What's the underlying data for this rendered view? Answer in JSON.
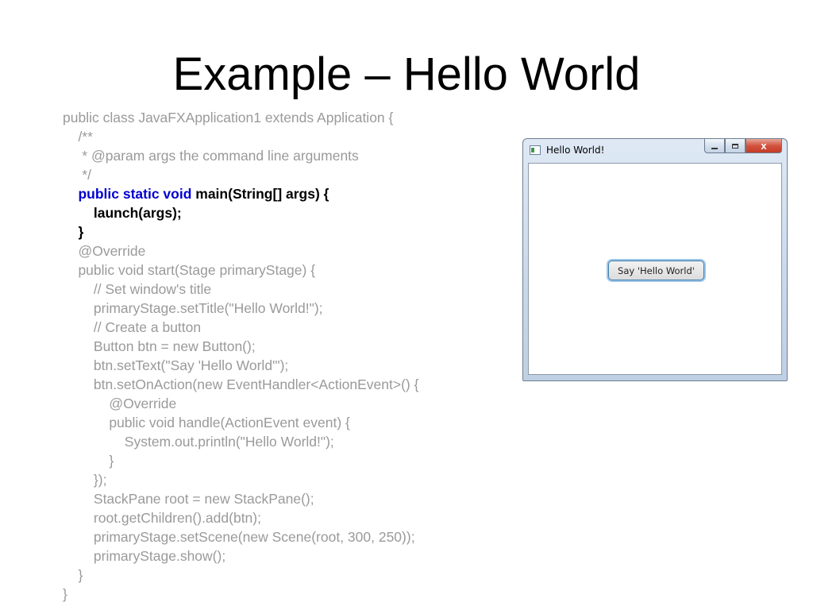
{
  "slide": {
    "title": "Example – Hello World"
  },
  "code_lines": [
    "public class JavaFXApplication1 extends Application {",
    "    /**",
    "     * @param args the command line arguments",
    "     */",
    "    public static void main(String[] args) {",
    "        launch(args);",
    "    }",
    "    @Override",
    "    public void start(Stage primaryStage) {",
    "        // Set window's title",
    "        primaryStage.setTitle(\"Hello World!\");",
    "        // Create a button",
    "        Button btn = new Button();",
    "        btn.setText(\"Say 'Hello World'\");",
    "        btn.setOnAction(new EventHandler<ActionEvent>() {",
    "            @Override",
    "            public void handle(ActionEvent event) {",
    "                System.out.println(\"Hello World!\");",
    "            }",
    "        });",
    "        StackPane root = new StackPane();",
    "        root.getChildren().add(btn);",
    "        primaryStage.setScene(new Scene(root, 300, 250));",
    "        primaryStage.show();",
    "    }",
    "}"
  ],
  "code_highlight": {
    "main_keywords": "public static void",
    "main_rest": " main(String[] args) {",
    "indent": "    "
  },
  "window": {
    "title": "Hello World!",
    "button_label": "Say 'Hello World'",
    "icons": {
      "minimize": "minimize-icon",
      "maximize": "maximize-icon",
      "close": "close-icon",
      "app": "app-icon"
    },
    "close_glyph": "x"
  },
  "colors": {
    "code_text": "#9a9a9a",
    "highlight_text": "#000000",
    "keyword": "#0000d0",
    "close_button": "#c43b26"
  }
}
